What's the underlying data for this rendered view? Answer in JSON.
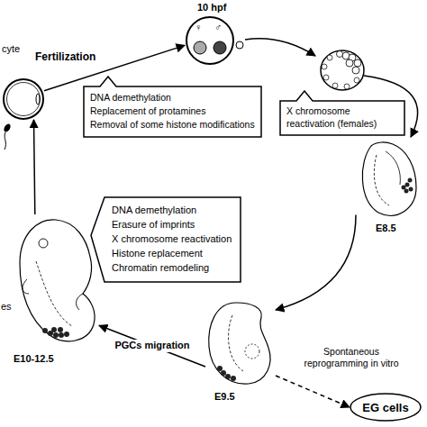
{
  "diagram": {
    "nodes": [
      {
        "text": [
          "Fertilization"
        ]
      },
      {
        "text": [
          "10 hpf"
        ]
      },
      {
        "text": [
          "DNA demethylation",
          "Replacement of protamines",
          "Removal of some histone modifications"
        ]
      },
      {
        "text": [
          "X chromosome reactivation (females)"
        ]
      },
      {
        "text": [
          "E8.5"
        ]
      },
      {
        "text": [
          "E9.5"
        ]
      },
      {
        "text": [
          "EG cells"
        ]
      },
      {
        "text": [
          "E10-12.5"
        ]
      },
      {
        "text": [
          "DNA demethylation",
          "Erasure of imprints",
          "X chromosome reactivation",
          "Histone replacement",
          "Chromatin remodeling"
        ]
      }
    ],
    "edges": [
      {
        "from": 0,
        "to": 1,
        "arrow": "to"
      },
      {
        "from": 4,
        "to": 5,
        "arrow": "to"
      },
      {
        "from": 5,
        "to": 7,
        "label": "PGCs migration",
        "arrow": "to"
      },
      {
        "from": 7,
        "to": 0,
        "arrow": "to"
      },
      {
        "from": 5,
        "to": 6,
        "label": "Spontaneous reprogramming in vitro",
        "arrow": "to"
      }
    ],
    "labels": [
      "cyte",
      "es",
      "♀",
      "♂"
    ]
  }
}
